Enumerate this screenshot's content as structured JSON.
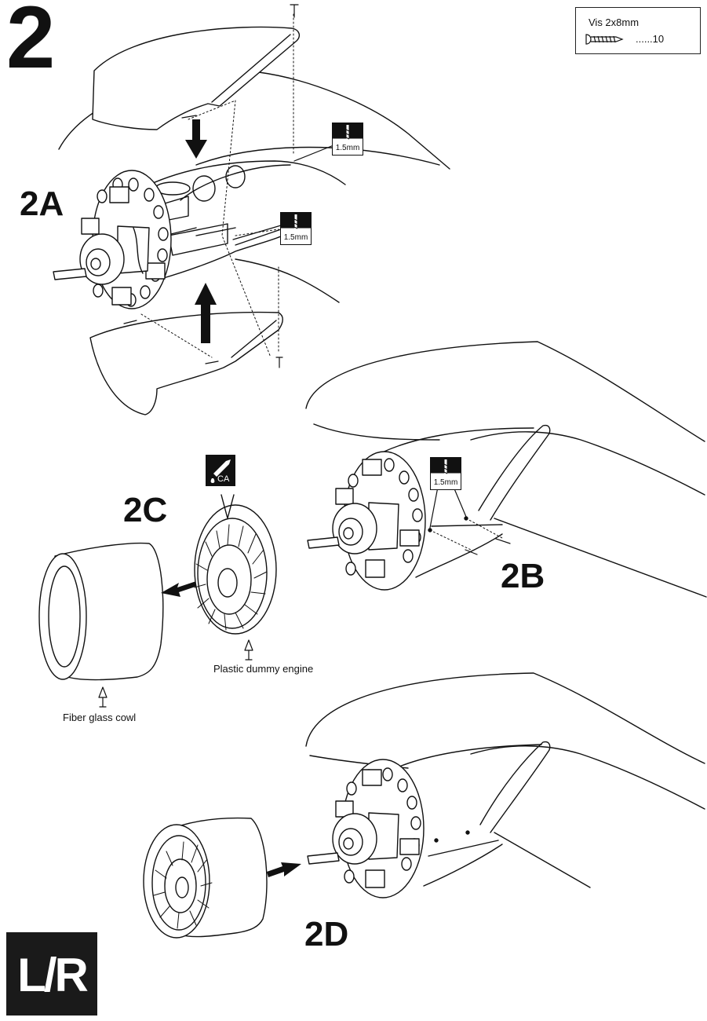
{
  "step": {
    "number": "2"
  },
  "sub_steps": {
    "a": "2A",
    "b": "2B",
    "c": "2C",
    "d": "2D"
  },
  "parts_box": {
    "name": "Vis 2x8mm",
    "quantity": "......10",
    "icon": "screw-icon"
  },
  "drill_tags": {
    "a_upper": "1.5mm",
    "a_lower": "1.5mm",
    "b": "1.5mm"
  },
  "glue_tag": {
    "label": "CA",
    "icon": "glue-bottle-icon"
  },
  "callouts": {
    "dummy_engine": "Plastic dummy engine",
    "cowl": "Fiber glass cowl"
  },
  "side_badge": {
    "label": "L/R"
  },
  "colors": {
    "ink": "#111111",
    "badge": "#1a1a1a",
    "paper": "#ffffff"
  }
}
